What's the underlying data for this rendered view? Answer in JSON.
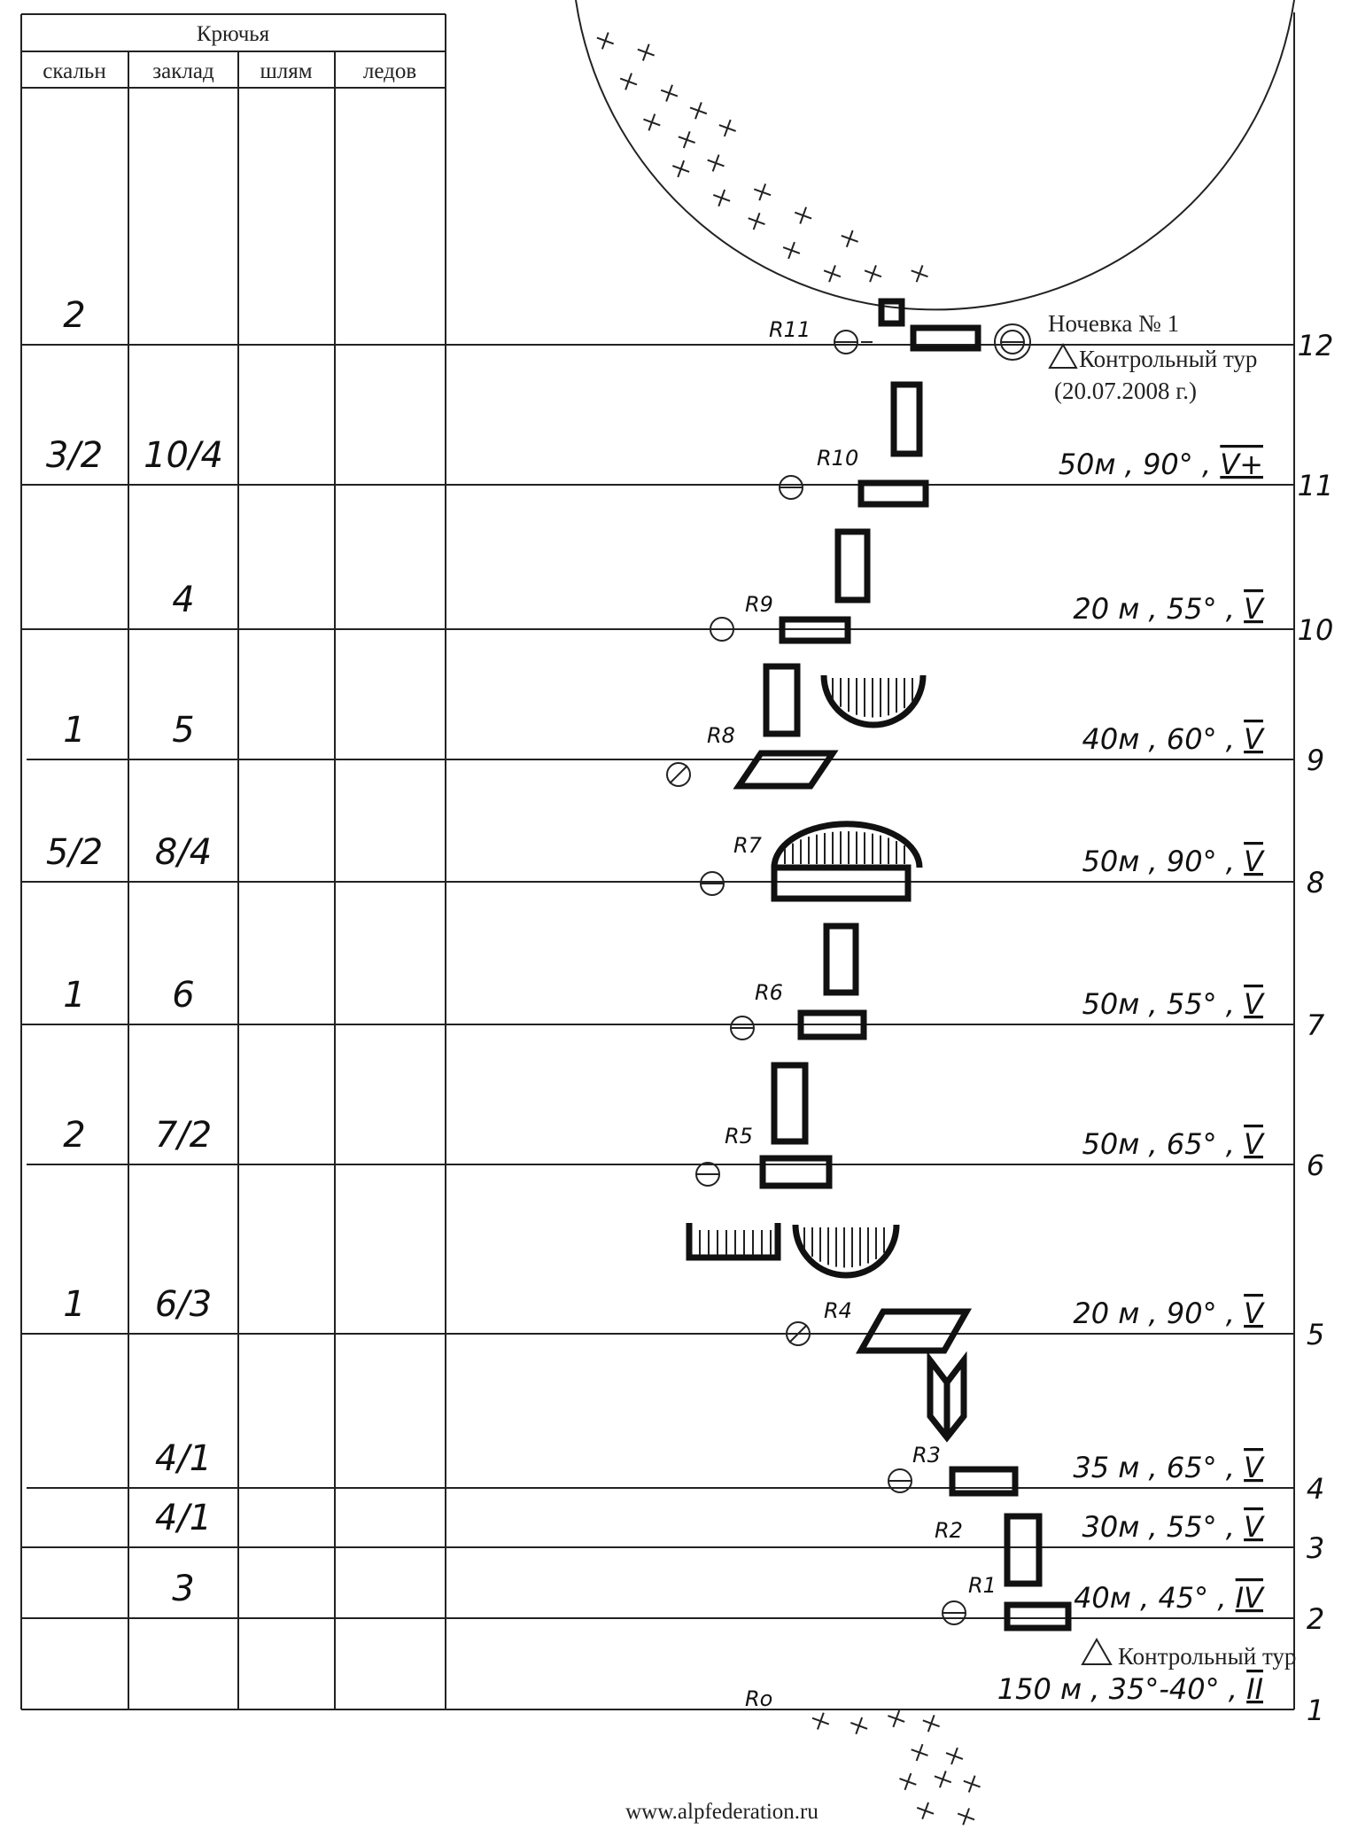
{
  "table": {
    "title": "Крючья",
    "columns": [
      "скальн",
      "заклад",
      "шлям",
      "ледов"
    ],
    "rows": [
      {
        "line": 12,
        "rock": "2",
        "chock": ""
      },
      {
        "line": 11,
        "rock": "3/2",
        "chock": "10/4"
      },
      {
        "line": 10,
        "rock": "",
        "chock": "4"
      },
      {
        "line": 9,
        "rock": "1",
        "chock": "5"
      },
      {
        "line": 8,
        "rock": "5/2",
        "chock": "8/4"
      },
      {
        "line": 7,
        "rock": "1",
        "chock": "6"
      },
      {
        "line": 6,
        "rock": "2",
        "chock": "7/2"
      },
      {
        "line": 5,
        "rock": "1",
        "chock": "6/3"
      },
      {
        "line": 4,
        "rock": "",
        "chock": "4/1"
      },
      {
        "line": 3,
        "rock": "",
        "chock": "4/1"
      },
      {
        "line": 2,
        "rock": "",
        "chock": "3"
      }
    ]
  },
  "pitches": [
    {
      "number": "12",
      "belay": "R11",
      "distance": "",
      "angle": "",
      "grade": ""
    },
    {
      "number": "11",
      "belay": "R10",
      "distance": "50м",
      "angle": "90°",
      "grade": "V+"
    },
    {
      "number": "10",
      "belay": "R9",
      "distance": "20 м",
      "angle": "55°",
      "grade": "V"
    },
    {
      "number": "9",
      "belay": "R8",
      "distance": "40м",
      "angle": "60°",
      "grade": "V"
    },
    {
      "number": "8",
      "belay": "R7",
      "distance": "50м",
      "angle": "90°",
      "grade": "V"
    },
    {
      "number": "7",
      "belay": "R6",
      "distance": "50м",
      "angle": "55°",
      "grade": "V"
    },
    {
      "number": "6",
      "belay": "R5",
      "distance": "50м",
      "angle": "65°",
      "grade": "V"
    },
    {
      "number": "5",
      "belay": "R4",
      "distance": "20 м",
      "angle": "90°",
      "grade": "V"
    },
    {
      "number": "4",
      "belay": "R3",
      "distance": "35 м",
      "angle": "65°",
      "grade": "V"
    },
    {
      "number": "3",
      "belay": "R2",
      "distance": "30м",
      "angle": "55°",
      "grade": "V"
    },
    {
      "number": "2",
      "belay": "R1",
      "distance": "40м",
      "angle": "45°",
      "grade": "IV"
    },
    {
      "number": "1",
      "belay": "Ro",
      "distance": "150 м",
      "angle": "35°-40°",
      "grade": "II"
    }
  ],
  "annotations": {
    "bivouac": "Ночевка № 1",
    "control_cairn_top": "Контрольный тур",
    "date": "(20.07.2008 г.)",
    "control_cairn_bottom": "Контрольный тур"
  },
  "footer": "www.alpfederation.ru"
}
